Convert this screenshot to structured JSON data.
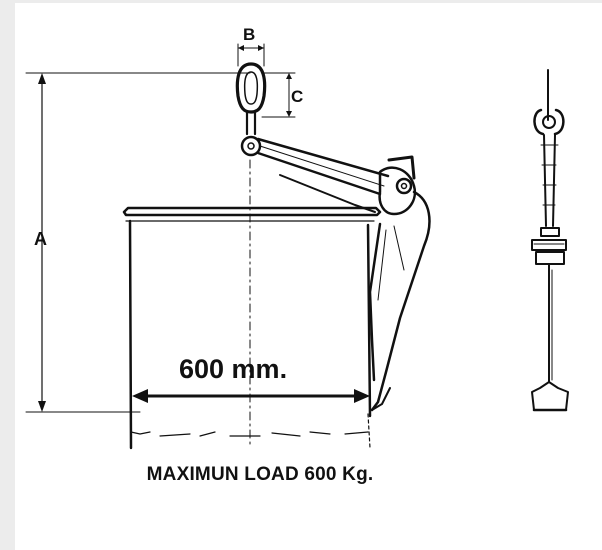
{
  "labels": {
    "a": "A",
    "b": "B",
    "c": "C",
    "width": "600 mm."
  },
  "caption": "MAXIMUN LOAD 600 Kg.",
  "colors": {
    "background": "#ececec",
    "panel": "#ffffff",
    "ink": "#111111"
  }
}
